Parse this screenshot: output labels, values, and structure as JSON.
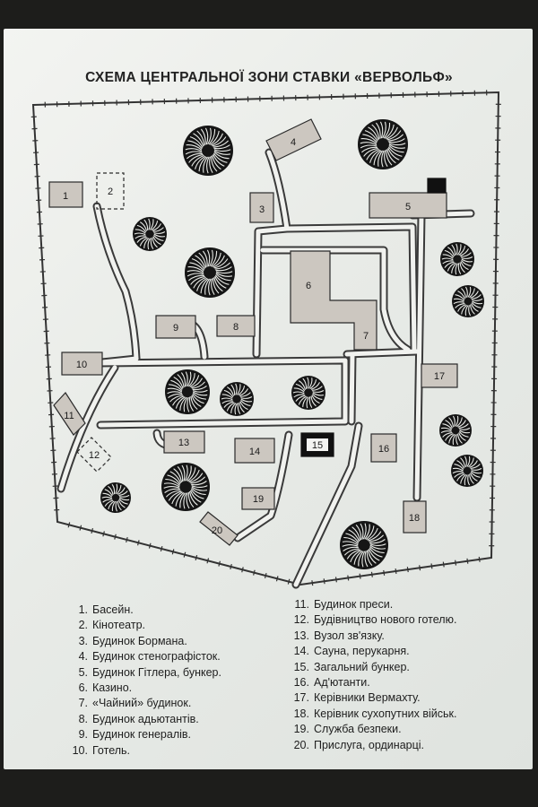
{
  "map": {
    "title": "СХЕМА ЦЕНТРАЛЬНОЇ ЗОНИ СТАВКИ «ВЕРВОЛЬФ»",
    "buildings": [
      {
        "id": "1",
        "label": "1"
      },
      {
        "id": "2",
        "label": "2",
        "dashed": true
      },
      {
        "id": "3",
        "label": "3"
      },
      {
        "id": "4",
        "label": "4"
      },
      {
        "id": "5",
        "label": "5"
      },
      {
        "id": "6",
        "label": "6"
      },
      {
        "id": "7",
        "label": "7"
      },
      {
        "id": "8",
        "label": "8"
      },
      {
        "id": "9",
        "label": "9"
      },
      {
        "id": "10",
        "label": "10"
      },
      {
        "id": "11",
        "label": "11"
      },
      {
        "id": "12",
        "label": "12",
        "dashed": true
      },
      {
        "id": "13",
        "label": "13"
      },
      {
        "id": "14",
        "label": "14"
      },
      {
        "id": "15",
        "label": "15",
        "bunker": true
      },
      {
        "id": "16",
        "label": "16"
      },
      {
        "id": "17",
        "label": "17"
      },
      {
        "id": "18",
        "label": "18"
      },
      {
        "id": "19",
        "label": "19"
      },
      {
        "id": "20",
        "label": "20"
      }
    ],
    "colors": {
      "building_fill": "#ccc7c0",
      "outline": "#2a2a2a",
      "road": "#3a3a3a",
      "tree": "#141414",
      "bunker": "#111111"
    }
  },
  "legend": {
    "left": [
      {
        "num": "1.",
        "text": "Басейн."
      },
      {
        "num": "2.",
        "text": "Кінотеатр."
      },
      {
        "num": "3.",
        "text": "Будинок Бормана."
      },
      {
        "num": "4.",
        "text": "Будинок стенографісток."
      },
      {
        "num": "5.",
        "text": "Будинок Гітлера, бункер."
      },
      {
        "num": "6.",
        "text": "Казино."
      },
      {
        "num": "7.",
        "text": "«Чайний» будинок."
      },
      {
        "num": "8.",
        "text": "Будинок адьютантів."
      },
      {
        "num": "9.",
        "text": "Будинок генералів."
      },
      {
        "num": "10.",
        "text": "Готель."
      }
    ],
    "right": [
      {
        "num": "11.",
        "text": "Будинок преси."
      },
      {
        "num": "12.",
        "text": "Будівництво нового готелю."
      },
      {
        "num": "13.",
        "text": "Вузол зв'язку."
      },
      {
        "num": "14.",
        "text": "Сауна, перукарня."
      },
      {
        "num": "15.",
        "text": "Загальний бункер."
      },
      {
        "num": "16.",
        "text": "Ад'ютанти."
      },
      {
        "num": "17.",
        "text": "Керівники Вермахту."
      },
      {
        "num": "18.",
        "text": "Керівник сухопутних військ."
      },
      {
        "num": "19.",
        "text": "Служба безпеки."
      },
      {
        "num": "20.",
        "text": "Прислуга, ординарці."
      }
    ]
  }
}
